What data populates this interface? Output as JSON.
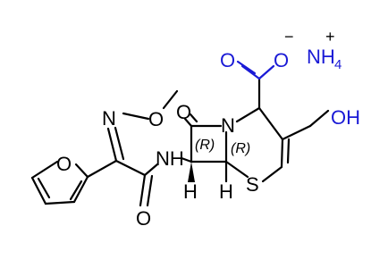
{
  "colors": {
    "bond": "#000000",
    "heteroatom_blue": "#1a1ad6"
  },
  "labels": {
    "furan_oxygen": "O",
    "oxime_n": "N",
    "methoxy_o": "O",
    "amide_nh": "NH",
    "amide_o": "O",
    "lactam_o": "O",
    "ring_n": "N",
    "sulfur": "S",
    "h_left": "H",
    "h_right": "H",
    "stereo_left": "(R)",
    "stereo_right": "(R)",
    "carboxylate_o1": "O",
    "carboxylate_o2": "O",
    "carboxylate_charge": "−",
    "ammonium": "NH",
    "ammonium_sub": "4",
    "ammonium_charge": "+",
    "hydroxyl": "OH"
  }
}
